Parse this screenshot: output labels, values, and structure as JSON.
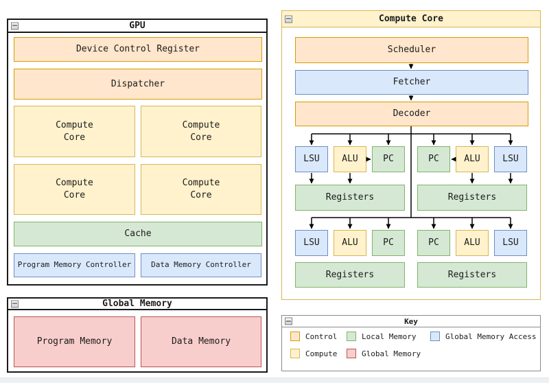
{
  "colors": {
    "control_fill": "#FFE6CC",
    "control_stroke": "#D79B00",
    "compute_fill": "#FFF2CC",
    "compute_stroke": "#D6B656",
    "local_memory_fill": "#D5E8D4",
    "local_memory_stroke": "#82B366",
    "global_memory_fill": "#F8CECC",
    "global_memory_stroke": "#B85450",
    "global_memory_access_fill": "#DAE8FC",
    "global_memory_access_stroke": "#6C8EBF",
    "arrow": "#000000",
    "window_chrome_strip": "#eef0f3"
  },
  "gpu_window": {
    "title": "GPU",
    "device_control_register": "Device Control Register",
    "dispatcher": "Dispatcher",
    "compute_cores": [
      "Compute\nCore",
      "Compute\nCore",
      "Compute\nCore",
      "Compute\nCore"
    ],
    "cache": "Cache",
    "program_memory_controller": "Program Memory Controller",
    "data_memory_controller": "Data Memory Controller"
  },
  "global_memory_window": {
    "title": "Global Memory",
    "program_memory": "Program Memory",
    "data_memory": "Data Memory"
  },
  "compute_core_window": {
    "title": "Compute Core",
    "scheduler": "Scheduler",
    "fetcher": "Fetcher",
    "decoder": "Decoder",
    "row1": [
      "LSU",
      "ALU",
      "PC",
      "PC",
      "ALU",
      "LSU"
    ],
    "row2": [
      "LSU",
      "ALU",
      "PC",
      "PC",
      "ALU",
      "LSU"
    ],
    "registers_row1": [
      "Registers",
      "Registers"
    ],
    "registers_row2": [
      "Registers",
      "Registers"
    ]
  },
  "key_window": {
    "title": "Key",
    "items": [
      {
        "label": "Control",
        "type": "control"
      },
      {
        "label": "Local Memory",
        "type": "local-memory"
      },
      {
        "label": "Global Memory Access",
        "type": "global-memory-access"
      },
      {
        "label": "Compute",
        "type": "compute"
      },
      {
        "label": "Global Memory",
        "type": "global-memory"
      }
    ]
  }
}
